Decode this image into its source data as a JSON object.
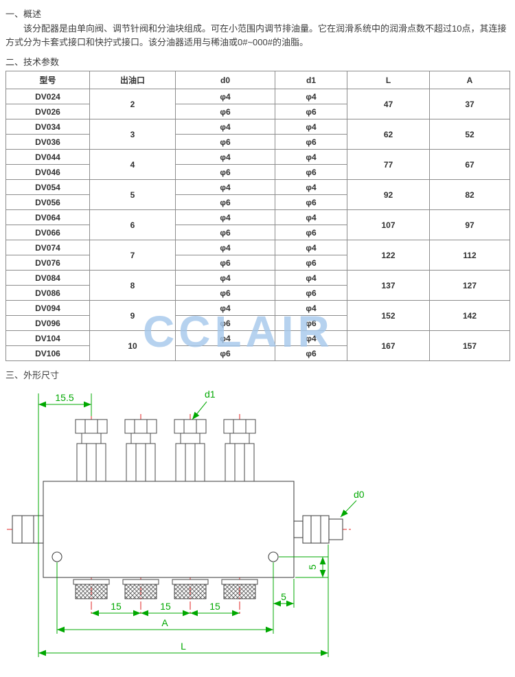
{
  "sections": {
    "overview": {
      "heading": "一、概述",
      "body": "该分配器是由单向阀、调节针阀和分油块组成。可在小范围内调节排油量。它在润滑系统中的润滑点数不超过10点，其连接方式分为卡套式接口和快拧式接口。该分油器适用与稀油或0#~000#的油脂。"
    },
    "params": {
      "heading": "二、技术参数"
    },
    "dimensions": {
      "heading": "三、外形尺寸"
    }
  },
  "watermark": "CCLAIR",
  "table": {
    "headers": [
      "型号",
      "出油口",
      "d0",
      "d1",
      "L",
      "A"
    ],
    "groups": [
      {
        "model_a": "DV024",
        "model_b": "DV026",
        "outlets": "2",
        "d0_a": "φ4",
        "d0_b": "φ6",
        "d1_a": "φ4",
        "d1_b": "φ6",
        "L": "47",
        "A": "37"
      },
      {
        "model_a": "DV034",
        "model_b": "DV036",
        "outlets": "3",
        "d0_a": "φ4",
        "d0_b": "φ6",
        "d1_a": "φ4",
        "d1_b": "φ6",
        "L": "62",
        "A": "52"
      },
      {
        "model_a": "DV044",
        "model_b": "DV046",
        "outlets": "4",
        "d0_a": "φ4",
        "d0_b": "φ6",
        "d1_a": "φ4",
        "d1_b": "φ6",
        "L": "77",
        "A": "67"
      },
      {
        "model_a": "DV054",
        "model_b": "DV056",
        "outlets": "5",
        "d0_a": "φ4",
        "d0_b": "φ6",
        "d1_a": "φ4",
        "d1_b": "φ6",
        "L": "92",
        "A": "82"
      },
      {
        "model_a": "DV064",
        "model_b": "DV066",
        "outlets": "6",
        "d0_a": "φ4",
        "d0_b": "φ6",
        "d1_a": "φ4",
        "d1_b": "φ6",
        "L": "107",
        "A": "97"
      },
      {
        "model_a": "DV074",
        "model_b": "DV076",
        "outlets": "7",
        "d0_a": "φ4",
        "d0_b": "φ6",
        "d1_a": "φ4",
        "d1_b": "φ6",
        "L": "122",
        "A": "112"
      },
      {
        "model_a": "DV084",
        "model_b": "DV086",
        "outlets": "8",
        "d0_a": "φ4",
        "d0_b": "φ6",
        "d1_a": "φ4",
        "d1_b": "φ6",
        "L": "137",
        "A": "127"
      },
      {
        "model_a": "DV094",
        "model_b": "DV096",
        "outlets": "9",
        "d0_a": "φ4",
        "d0_b": "φ6",
        "d1_a": "φ4",
        "d1_b": "φ6",
        "L": "152",
        "A": "142"
      },
      {
        "model_a": "DV104",
        "model_b": "DV106",
        "outlets": "10",
        "d0_a": "φ4",
        "d0_b": "φ6",
        "d1_a": "φ4",
        "d1_b": "φ6",
        "L": "167",
        "A": "157"
      }
    ]
  },
  "drawing": {
    "dim_15_5": "15.5",
    "label_d1": "d1",
    "label_d0": "d0",
    "dim_5_vertical": "5",
    "dim_5_horizontal": "5",
    "dim_15_a": "15",
    "dim_15_b": "15",
    "dim_15_c": "15",
    "dim_A": "A",
    "dim_L": "L"
  }
}
